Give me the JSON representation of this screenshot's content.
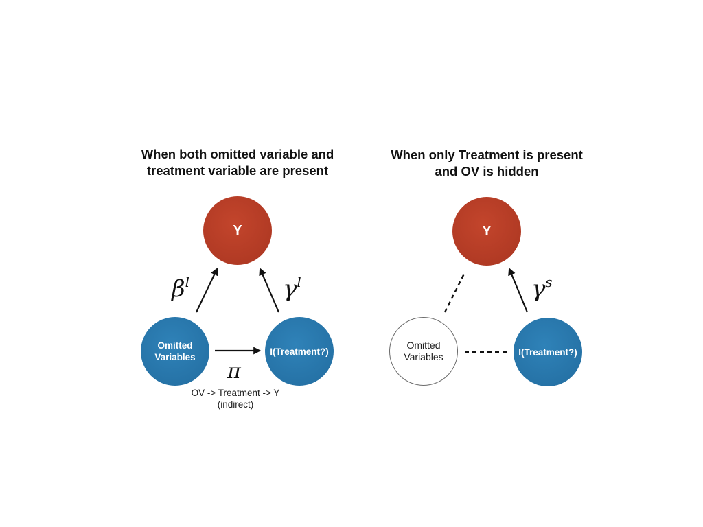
{
  "left_panel": {
    "title": "When both omitted variable and\ntreatment variable are present",
    "node_y": "Y",
    "node_ov": "Omitted\nVariables",
    "node_treatment": "I(Treatment?)",
    "edge_ov_to_y": "β",
    "edge_ov_to_y_sup": "l",
    "edge_treatment_to_y": "γ",
    "edge_treatment_to_y_sup": "l",
    "edge_ov_to_treatment": "π",
    "note": "OV -> Treatment -> Y\n(indirect)"
  },
  "right_panel": {
    "title": "When only Treatment is present\nand OV is hidden",
    "node_y": "Y",
    "node_ov": "Omitted\nVariables",
    "node_treatment": "I(Treatment?)",
    "edge_treatment_to_y": "γ",
    "edge_treatment_to_y_sup": "s"
  },
  "colors": {
    "outcome_node": "#b13a24",
    "variable_node": "#2673a7",
    "hidden_node_border": "#6b6b6b"
  }
}
